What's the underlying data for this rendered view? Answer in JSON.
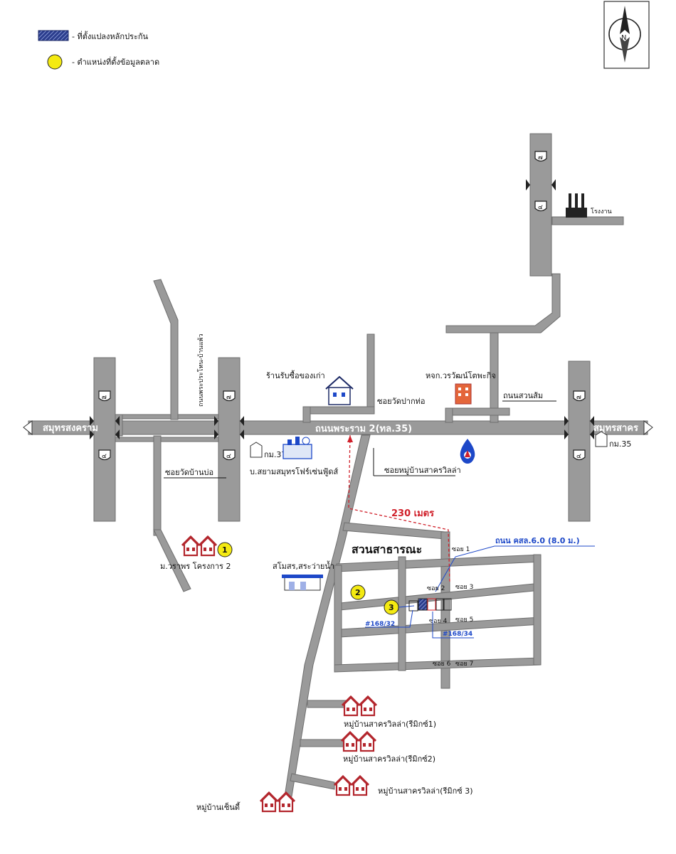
{
  "legend": {
    "collateral_plot": "- ที่ตั้งแปลงหลักประกัน",
    "market_data": "- ตำแหน่งที่ตั้งข้อมูลตลาด"
  },
  "compass": {
    "north_letter": "N"
  },
  "roads": {
    "main_road": "ถนนพระราม 2(ทล.35)",
    "to_west": "สมุทรสงคราม",
    "to_east": "สมุทรสาคร",
    "road_north_vertical": "ถนนพระประโทน-บ้านแพ้ว",
    "soi_wat_ban_bo": "ซอยวัดบ้านบ่อ",
    "soi_wat_pak_tho": "ซอยวัดปากท่อ",
    "soi_village": "ซอยหมู่บ้านสาครวิลล่า",
    "thanon_suan_som": "ถนนสวนส้ม",
    "concrete_road": "ถนน คสล.6.0 (8.0 ม.)",
    "distance": "230 เมตร"
  },
  "landmarks": {
    "factory": "โรงงาน",
    "scrap_shop": "ร้านรับซื้อของเก่า",
    "partnership": "หจก.วรวัฒน์โตพะกิจ",
    "km37": "กม.37",
    "km35": "กม.35",
    "siam_foods": "บ.สยามสมุทรโฟร์เซ่นฟู้ดส์",
    "village1": "ม.วราพร โครงการ 2",
    "club": "สโมสร,สระว่ายน้ำ",
    "park": "สวนสาธารณะ",
    "village_remix1": "หมู่บ้านสาครวิลล่า(รีมิกซ์1)",
    "village_remix2": "หมู่บ้านสาครวิลล่า(รีมิกซ์2)",
    "village_remix3": "หมู่บ้านสาครวิลล่า(รีมิกซ์ 3)",
    "village_sendee": "หมู่บ้านเซ็นดี้"
  },
  "highway_badges": [
    "๔",
    "๗",
    "๔",
    "๗"
  ],
  "sois": {
    "soi1": "ซอย 1",
    "soi2": "ซอย 2",
    "soi3": "ซอย 3",
    "soi4": "ซอย 4",
    "soi5": "ซอย 5",
    "soi6": "ซอย 6",
    "soi7": "ซอย 7"
  },
  "plots": {
    "plot_a": "#168/32",
    "plot_b": "#168/34"
  },
  "market_points": [
    "1",
    "2",
    "3"
  ],
  "colors": {
    "road": "#9a9a9a",
    "road_edge": "#6e6e6e",
    "marker_yellow": "#f4ea12",
    "distance_red": "#d0202a",
    "label_blue": "#1d48c8",
    "house_red": "#b3262d"
  }
}
